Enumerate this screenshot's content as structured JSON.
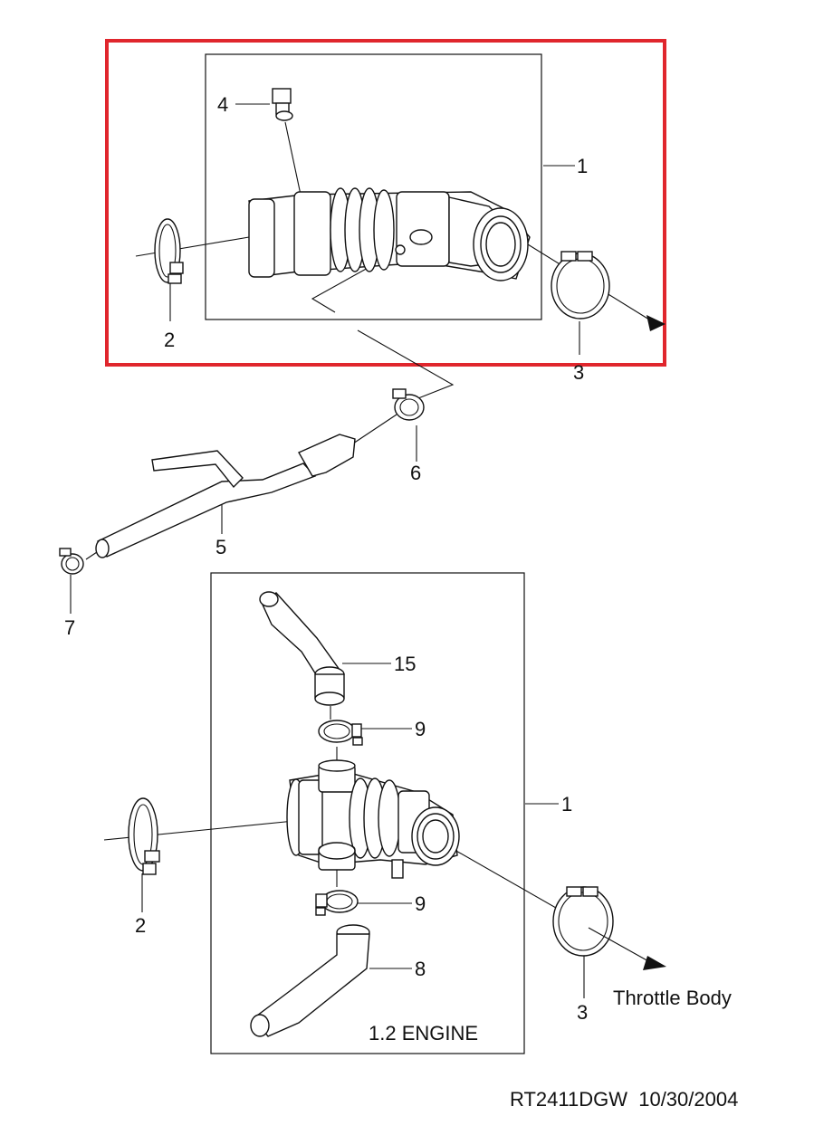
{
  "highlight_color": "#e0262d",
  "upper_callouts": {
    "assembly": "1",
    "clamp_left": "2",
    "clamp_right": "3",
    "sensor": "4"
  },
  "middle_callouts": {
    "hose": "5",
    "clamp_upper": "6",
    "clamp_lower": "7"
  },
  "lower_callouts": {
    "hose_upper": "15",
    "clamp_upper": "9",
    "assembly": "1",
    "clamp_left": "2",
    "clamp_lower": "9",
    "hose_lower": "8",
    "clamp_right": "3",
    "throttle_body": "Throttle Body",
    "engine": "1.2 ENGINE"
  },
  "footer": {
    "code": "RT2411DGW  10/30/2004"
  },
  "icons": [
    "hose-clamp-icon",
    "arrow-icon",
    "sensor-icon"
  ]
}
